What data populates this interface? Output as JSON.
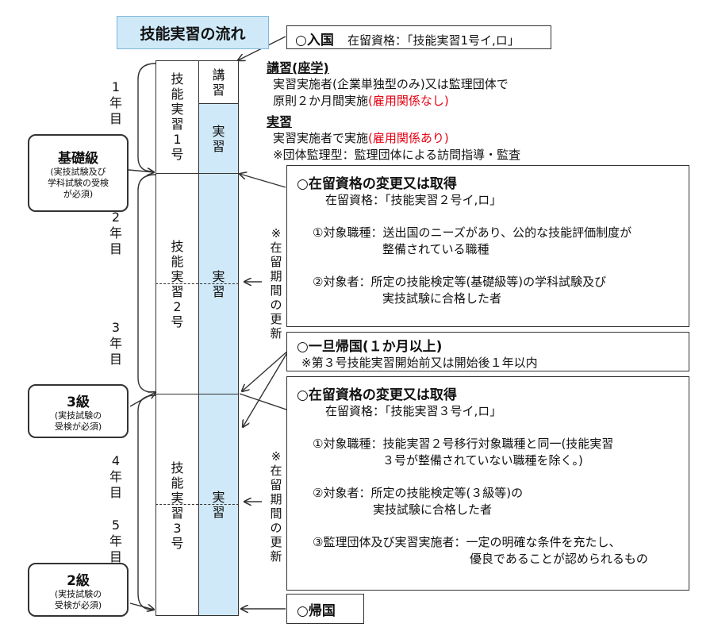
{
  "title": "技能実習の流れ",
  "years": {
    "y1": [
      "1",
      "年",
      "目"
    ],
    "y2": [
      "2",
      "年",
      "目"
    ],
    "y3": [
      "3",
      "年",
      "目"
    ],
    "y4": [
      "4",
      "年",
      "目"
    ],
    "y5": [
      "5",
      "年",
      "目"
    ]
  },
  "exams": {
    "kiso": {
      "title": "基礎級",
      "note": [
        "(実技試験及び",
        "学科試験の受検",
        "が必須)"
      ]
    },
    "kyu3": {
      "title": "3級",
      "note": [
        "(実技試験の",
        "受検が必須)"
      ]
    },
    "kyu2": {
      "title": "2級",
      "note": [
        "(実技試験の",
        "受検が必須)"
      ]
    }
  },
  "stages": {
    "s1": [
      "技",
      "能",
      "実",
      "習",
      "1",
      "号"
    ],
    "s2": [
      "技",
      "能",
      "実",
      "習",
      "2",
      "号"
    ],
    "s3": [
      "技",
      "能",
      "実",
      "習",
      "3",
      "号"
    ]
  },
  "blocks": {
    "lecture": [
      "講",
      "習"
    ],
    "practice1": [
      "実",
      "習"
    ],
    "practice2": [
      "実",
      "習"
    ],
    "practice3": [
      "実",
      "習"
    ]
  },
  "renewal": [
    "※",
    "在",
    "留",
    "期",
    "間",
    "の",
    "更",
    "新"
  ],
  "entry": {
    "mark": "○入国",
    "status": "在留資格：「技能実習1号イ,ロ」"
  },
  "lecture_info": {
    "heading": "講習(座学)",
    "line1": "実習実施者(企業単独型のみ)又は監理団体で",
    "line2a": "原則２か月間実施",
    "line2b": "(雇用関係なし)",
    "heading2": "実習",
    "line3a": "実習実施者で実施",
    "line3b": "(雇用関係あり)",
    "line4": "※団体監理型：監理団体による訪問指導・監査"
  },
  "change2": {
    "title": "○在留資格の変更又は取得",
    "status": "在留資格：「技能実習２号イ,ロ」",
    "item1a": "①対象職種：送出国のニーズがあり、公的な技能評価制度が",
    "item1b": "整備されている職種",
    "item2a": "②対象者：所定の技能検定等(基礎級等)の学科試験及び",
    "item2b": "実技試験に合格した者"
  },
  "return_temp": {
    "title": "○一旦帰国(１か月以上)",
    "note": "※第３号技能実習開始前又は開始後１年以内"
  },
  "change3": {
    "title": "○在留資格の変更又は取得",
    "status": "在留資格：「技能実習３号イ,ロ」",
    "item1a": "①対象職種：技能実習２号移行対象職種と同一(技能実習",
    "item1b": "３号が整備されていない職種を除く。)",
    "item2a": "②対象者：所定の技能検定等(３級等)の",
    "item2b": "実技試験に合格した者",
    "item3a": "③監理団体及び実習実施者：一定の明確な条件を充たし、",
    "item3b": "優良であることが認められるもの"
  },
  "final": {
    "mark": "○帰国"
  },
  "colors": {
    "accent_blue": "#cfe9f8",
    "red": "#e60012",
    "line": "#333333"
  }
}
